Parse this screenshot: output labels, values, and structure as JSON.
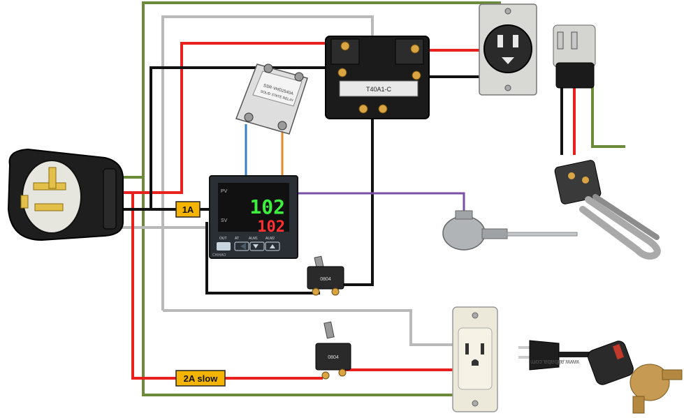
{
  "colors": {
    "hot_red": "#e8211f",
    "neutral_black": "#111111",
    "ground_green": "#6b8a3a",
    "neutral_gray": "#b9b9b9",
    "signal_blue": "#3a7dc0",
    "signal_orange": "#e08a2c",
    "thermo_purple": "#7a4fa8",
    "fuse_amber": "#f5b400"
  },
  "fuses": {
    "one_amp": "1A",
    "two_amp_slow": "2A slow"
  },
  "controller": {
    "pv_display": "102",
    "sv_display": "102",
    "pv_tag": "PV",
    "sv_tag": "SV",
    "indicator_labels": [
      "OUT",
      "AT",
      "ALM1",
      "ALM2"
    ],
    "brand": "CHIHAO"
  },
  "ssr": {
    "model": "SSR-VHD2540A",
    "caption": "SOLID STATE RELAY"
  },
  "contactor": {
    "model": "T40A1-C"
  },
  "toggle_switch": {
    "model": "0804"
  },
  "watermark": "www.alibaba.com"
}
